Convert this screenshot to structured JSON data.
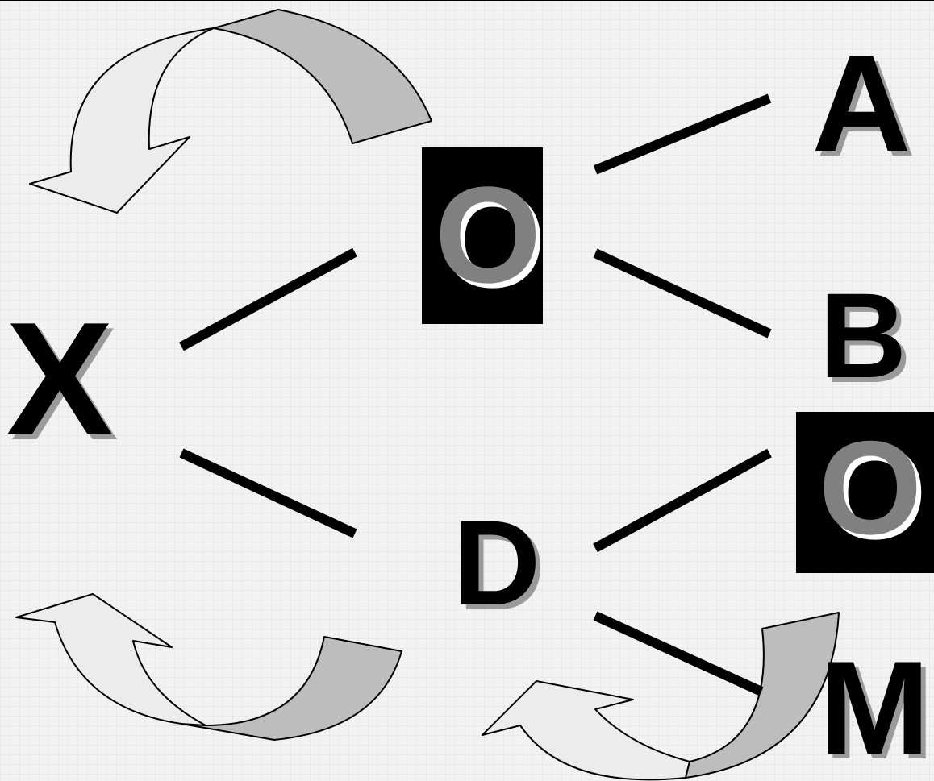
{
  "nodes": {
    "x": "X",
    "o_top": "O",
    "a": "A",
    "b": "B",
    "d": "D",
    "o_right": "O",
    "m": "M"
  },
  "colors": {
    "ink": "#000000",
    "shadow": "#9a9a9a",
    "highlighted_box": "#000000",
    "highlighted_letter": "#808080",
    "arrow_light": "#ececec",
    "arrow_dark": "#bdbdbd"
  }
}
